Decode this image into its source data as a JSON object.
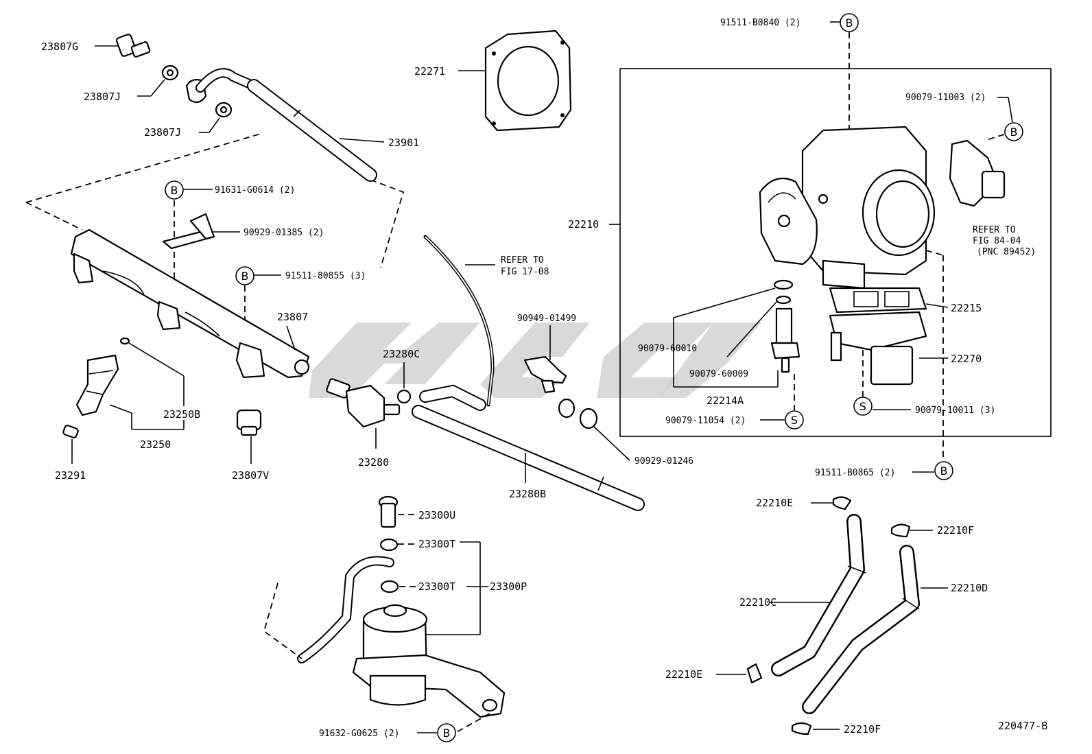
{
  "diagram_id": "220477-B",
  "callouts": {
    "p23807G": "23807G",
    "p23807J_a": "23807J",
    "p23807J_b": "23807J",
    "p22271": "22271",
    "p23901": "23901",
    "p91631": "91631-G0614 (2)",
    "p90929_01385": "90929-01385 (2)",
    "p91511_80855": "91511-80855 (3)",
    "p23807": "23807",
    "p23250B": "23250B",
    "p23250": "23250",
    "p23291": "23291",
    "p23807V": "23807V",
    "p23280C": "23280C",
    "p23280": "23280",
    "refer_fig17_l1": "REFER TO",
    "refer_fig17_l2": "FIG 17-08",
    "p90949": "90949-01499",
    "p90929_01246": "90929-01246",
    "p23280B": "23280B",
    "p23300U": "23300U",
    "p23300T_a": "23300T",
    "p23300T_b": "23300T",
    "p23300P": "23300P",
    "p91632": "91632-G0625 (2)",
    "p91511_B0840": "91511-B0840 (2)",
    "p90079_11003": "90079-11003 (2)",
    "p22210": "22210",
    "refer_fig84_l1": "REFER TO",
    "refer_fig84_l2": "FIG 84-04",
    "refer_fig84_l3": "(PNC 89452)",
    "p22215": "22215",
    "p90079_60010": "90079-60010",
    "p22270": "22270",
    "p90079_60009": "90079-60009",
    "p22214A": "22214A",
    "p90079_11054": "90079-11054 (2)",
    "p90079_10011": "90079-10011 (3)",
    "p91511_B0865": "91511-B0865 (2)",
    "p22210E_a": "22210E",
    "p22210F_a": "22210F",
    "p22210C": "22210C",
    "p22210D": "22210D",
    "p22210E_b": "22210E",
    "p22210F_b": "22210F"
  },
  "symbols": {
    "B": "B",
    "S": "S"
  }
}
